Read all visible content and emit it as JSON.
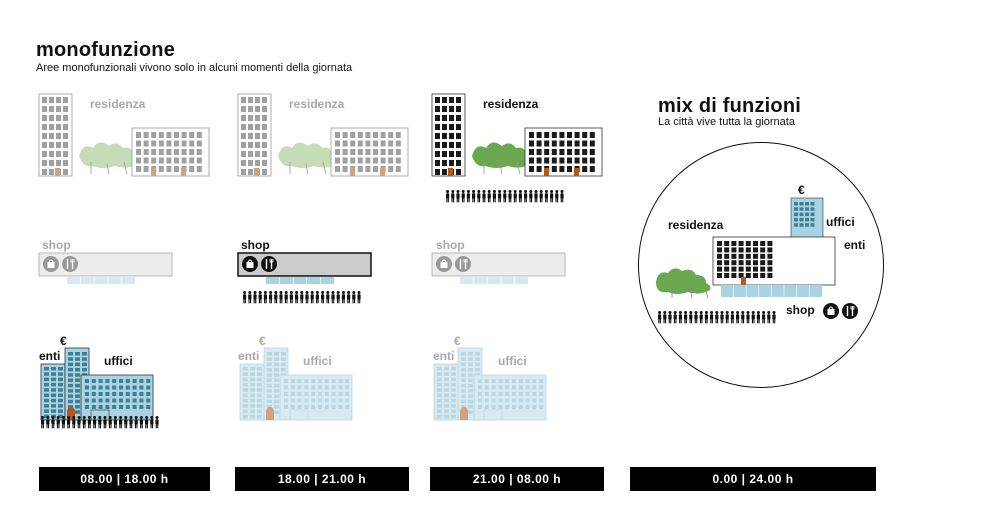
{
  "mono": {
    "title": "monofunzione",
    "subtitle": "Aree monofunzionali vivono solo in alcuni momenti della giornata"
  },
  "mix": {
    "title": "mix di funzioni",
    "subtitle": "La città vive tutta la giornata",
    "labels": {
      "residenza": "residenza",
      "uffici": "uffici",
      "enti": "enti",
      "shop": "shop",
      "euro": "€"
    }
  },
  "columns": [
    {
      "time": "08.00 | 18.00 h",
      "residenza": {
        "label": "residenza",
        "active": false
      },
      "shop": {
        "label": "shop",
        "active": false
      },
      "offices": {
        "enti": "enti",
        "uffici": "uffici",
        "euro": "€",
        "active": true
      }
    },
    {
      "time": "18.00 | 21.00 h",
      "residenza": {
        "label": "residenza",
        "active": false
      },
      "shop": {
        "label": "shop",
        "active": true
      },
      "offices": {
        "enti": "enti",
        "uffici": "uffici",
        "euro": "€",
        "active": false
      }
    },
    {
      "time": "21.00 | 08.00 h",
      "residenza": {
        "label": "residenza",
        "active": true
      },
      "shop": {
        "label": "shop",
        "active": false
      },
      "offices": {
        "enti": "enti",
        "uffici": "uffici",
        "euro": "€",
        "active": false
      }
    }
  ],
  "mix_time": "0.00 | 24.00 h",
  "colors": {
    "active_building": "#1a1a1a",
    "inactive_building": "#a0a0a0",
    "office_active": "#a9d3e2",
    "office_inactive": "#d7eaf1",
    "tree_active": "#6aa84f",
    "tree_inactive": "#c5dcb6",
    "shop_active": "#cccccc",
    "shop_inactive": "#ececec",
    "door": "#d4a27a",
    "door_active": "#b35a1a"
  },
  "icons": [
    "person-crowd-icon",
    "shopping-bag-icon",
    "fork-knife-icon",
    "tree-icon",
    "building-icon"
  ]
}
